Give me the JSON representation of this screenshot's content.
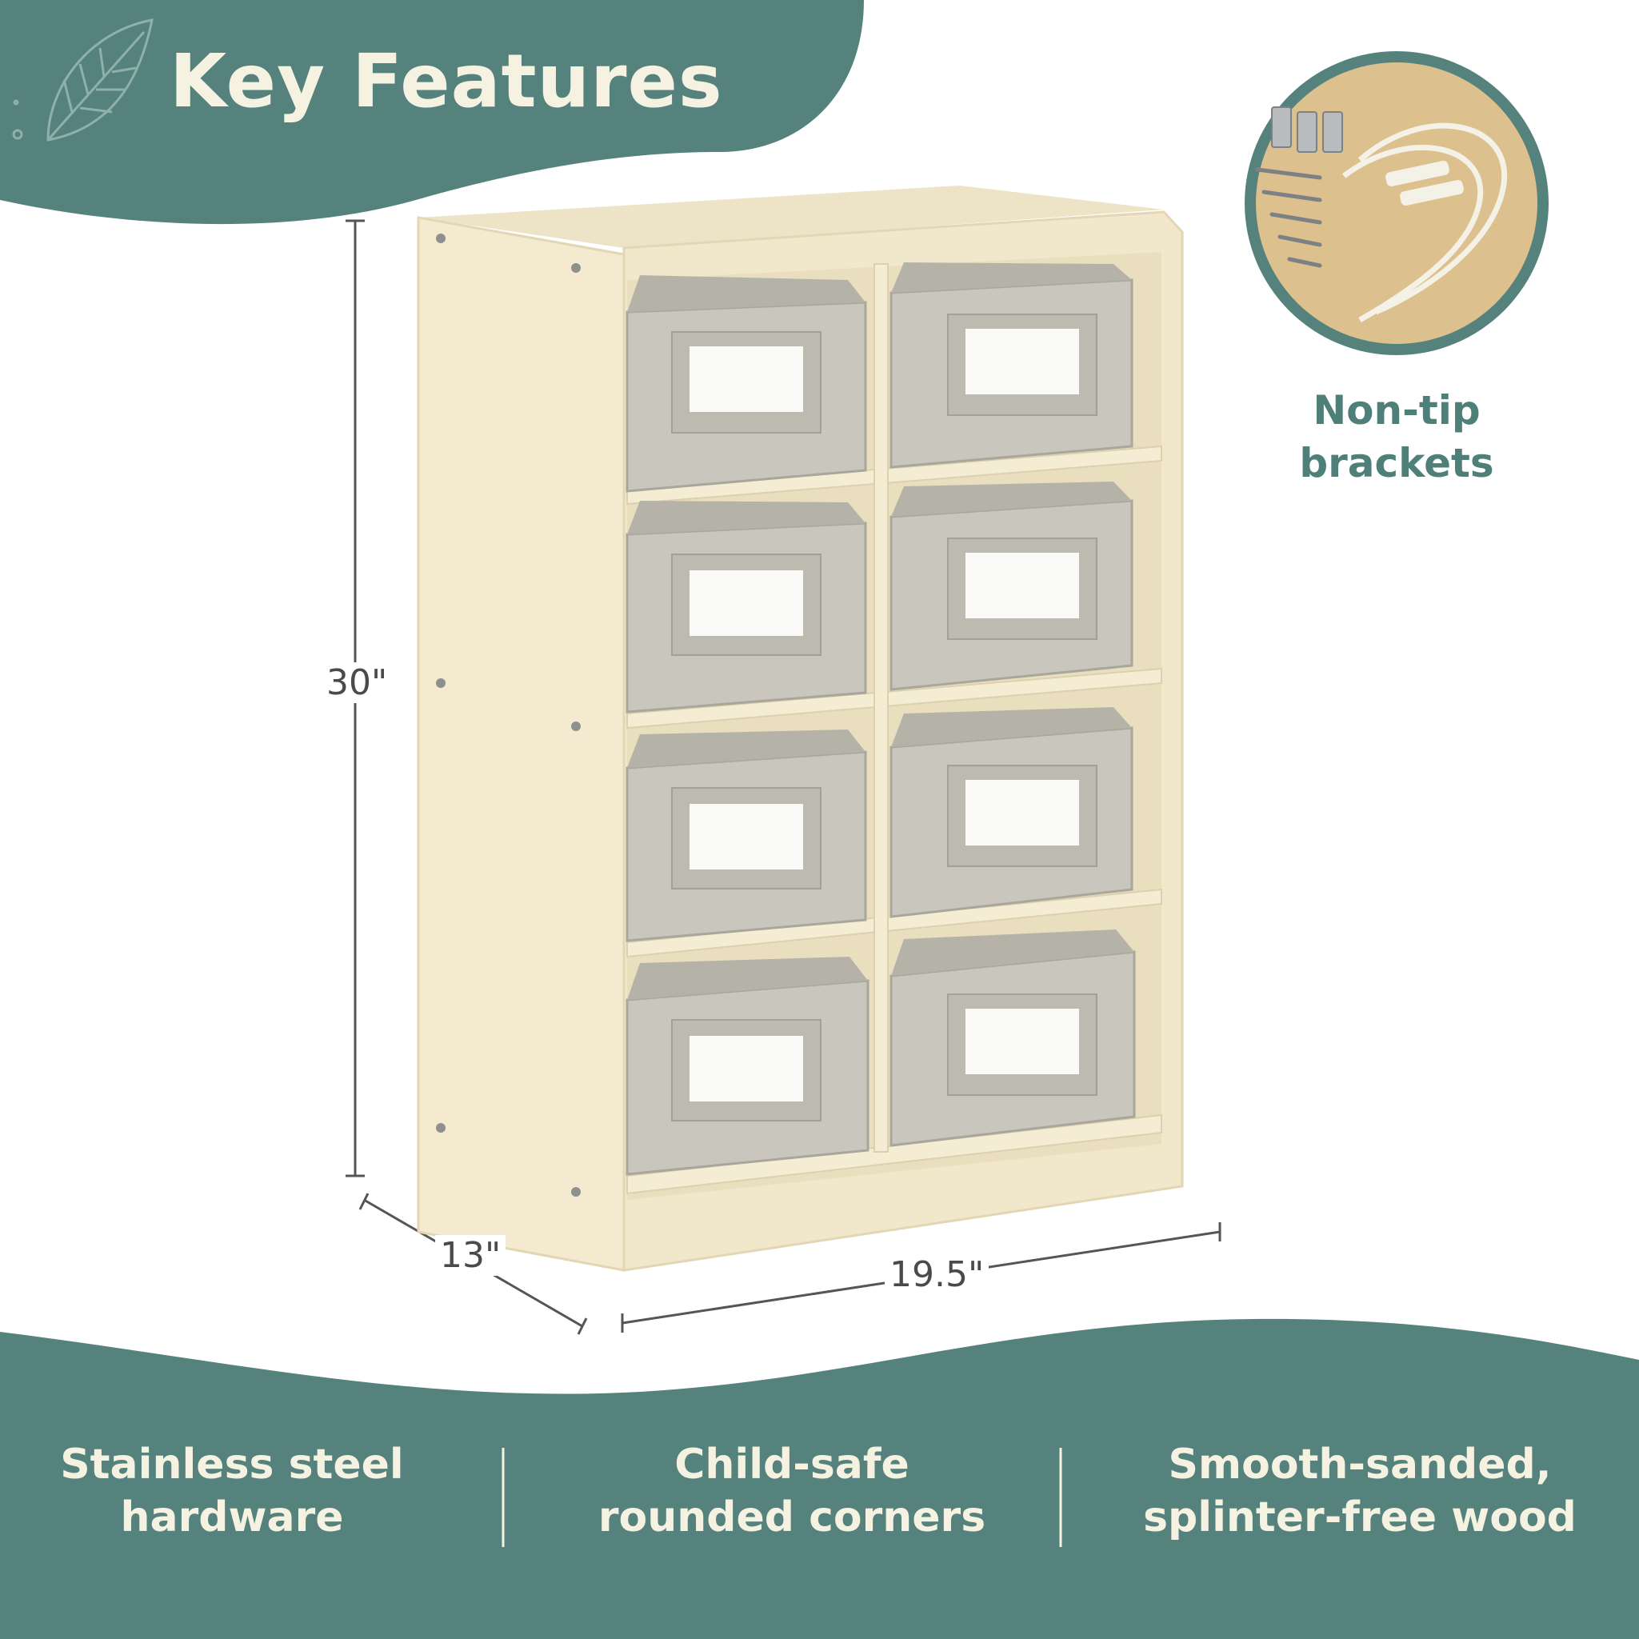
{
  "header": {
    "title": "Key Features",
    "leaf_icon": "leaf-icon"
  },
  "dimensions": {
    "height": "30\"",
    "depth": "13\"",
    "width": "19.5\""
  },
  "inset": {
    "icon": "hardware-kit-icon",
    "caption_line1": "Non-tip",
    "caption_line2": "brackets"
  },
  "features": [
    {
      "line1": "Stainless steel",
      "line2": "hardware"
    },
    {
      "line1": "Child-safe",
      "line2": "rounded corners"
    },
    {
      "line1": "Smooth-sanded,",
      "line2": "splinter-free wood"
    }
  ],
  "colors": {
    "accent_teal": "#55827d",
    "cream_text": "#f6f2e2",
    "wood": "#f1e8cc",
    "bin_gray": "#c9c7bd"
  },
  "product": {
    "type": "8-cubby storage shelf with fabric bins",
    "bin_count": 8
  }
}
